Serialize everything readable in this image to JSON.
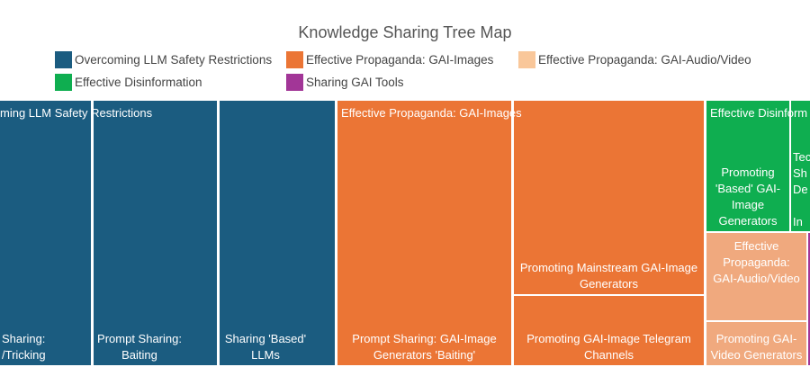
{
  "chart_data": {
    "type": "treemap",
    "title": "Knowledge Sharing Tree Map",
    "legend_placement": "top",
    "colors": {
      "Overcoming LLM Safety Restrictions": "#1b5c80",
      "Effective Propaganda: GAI-Images": "#eb7535",
      "Effective Propaganda: GAI-Audio/Video": "#f9c79a",
      "Effective Disinformation": "#0fae50",
      "Sharing GAI Tools": "#a23697"
    },
    "legend": [
      "Overcoming LLM Safety Restrictions",
      "Effective Propaganda: GAI-Images",
      "Effective Propaganda: GAI-Audio/Video",
      "Effective Disinformation",
      "Sharing GAI Tools"
    ],
    "groups": [
      {
        "name": "Overcoming LLM Safety Restrictions",
        "label": "ming LLM Safety Restrictions",
        "children": [
          {
            "label": "Sharing:\n/Tricking"
          },
          {
            "label": "Prompt Sharing:\nBaiting"
          },
          {
            "label": "Sharing 'Based'\nLLMs"
          }
        ]
      },
      {
        "name": "Effective Propaganda: GAI-Images",
        "label": "Effective Propaganda: GAI-Images",
        "children": [
          {
            "label": "Prompt Sharing: GAI-Image\nGenerators 'Baiting'"
          },
          {
            "label": "Promoting Mainstream GAI-Image\nGenerators"
          },
          {
            "label": "Promoting GAI-Image Telegram\nChannels"
          }
        ]
      },
      {
        "name": "Effective Disinformation",
        "label": "Effective Disinform",
        "children": [
          {
            "label": "Promoting\n'Based' GAI-\nImage\nGenerators"
          },
          {
            "label": "Tec\nSh\nDe\n\nIn"
          }
        ]
      },
      {
        "name": "Effective Propaganda: GAI-Audio/Video",
        "children": [
          {
            "label": "Effective\nPropaganda:\nGAI-Audio/Video"
          },
          {
            "label": "Promoting GAI-\nVideo Generators"
          }
        ]
      },
      {
        "name": "Sharing GAI Tools",
        "children": []
      }
    ]
  }
}
